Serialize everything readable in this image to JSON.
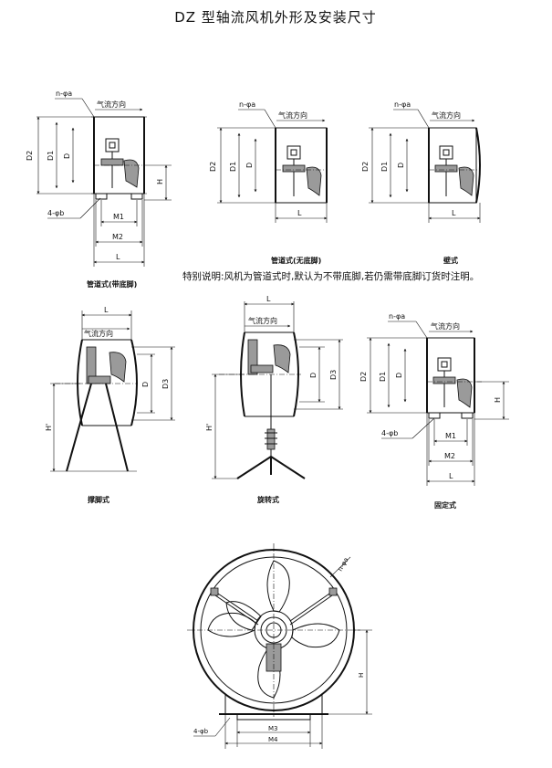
{
  "title": "DZ 型轴流风机外形及安装尺寸",
  "note": "特别说明:风机为管道式时,默认为不带底脚,若仍需带底脚订货时注明。",
  "labels": {
    "bolt_holes_top": "n-φa",
    "airflow": "气流方向",
    "base_holes": "4-φb",
    "D2": "D2",
    "D1": "D1",
    "D": "D",
    "D3": "D3",
    "H": "H",
    "H_prime": "H'",
    "L": "L",
    "M1": "M1",
    "M2": "M2",
    "M3": "M3",
    "M4": "M4"
  },
  "captions": {
    "duct_with_feet": "管道式(带底脚)",
    "duct_no_feet": "管道式(无底脚)",
    "wall": "壁式",
    "tripod": "撑脚式",
    "rotary": "旋转式",
    "fixed": "固定式"
  }
}
